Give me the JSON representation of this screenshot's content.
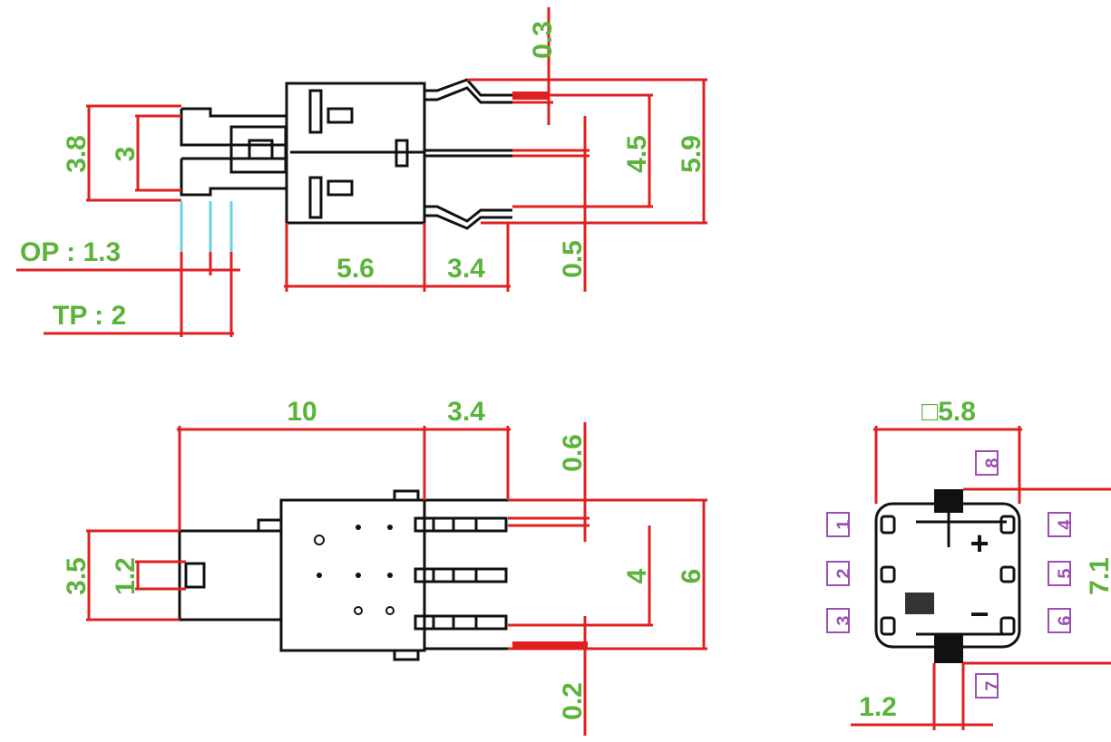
{
  "colors": {
    "dimension_text": "#5bb33a",
    "dimension_line": "#e02020",
    "outline": "#111111",
    "pin_label": "#9b4fb0",
    "travel_line": "#6ad2dd"
  },
  "side_view": {
    "dims": {
      "top_offset": "0.3",
      "height_outer": "3.8",
      "height_inner": "3",
      "pin_span": "4.5",
      "total_height": "5.9",
      "body_length": "5.6",
      "pin_length": "3.4",
      "bottom_offset": "0.5"
    },
    "travel": {
      "op": "OP : 1.3",
      "tp": "TP : 2"
    }
  },
  "top_view": {
    "dims": {
      "total_length": "10",
      "pin_length": "3.4",
      "height_outer": "3.5",
      "height_inner": "1.2",
      "top_offset": "0.6",
      "pin_span": "4",
      "total_height": "6",
      "bottom_offset": "0.2"
    }
  },
  "end_view": {
    "dims": {
      "square": "□5.8",
      "height": "7.1",
      "pin_width": "1.2"
    },
    "polarity": {
      "plus": "+",
      "minus": "−"
    },
    "pins": [
      "1",
      "2",
      "3",
      "4",
      "5",
      "6",
      "7",
      "8"
    ]
  }
}
